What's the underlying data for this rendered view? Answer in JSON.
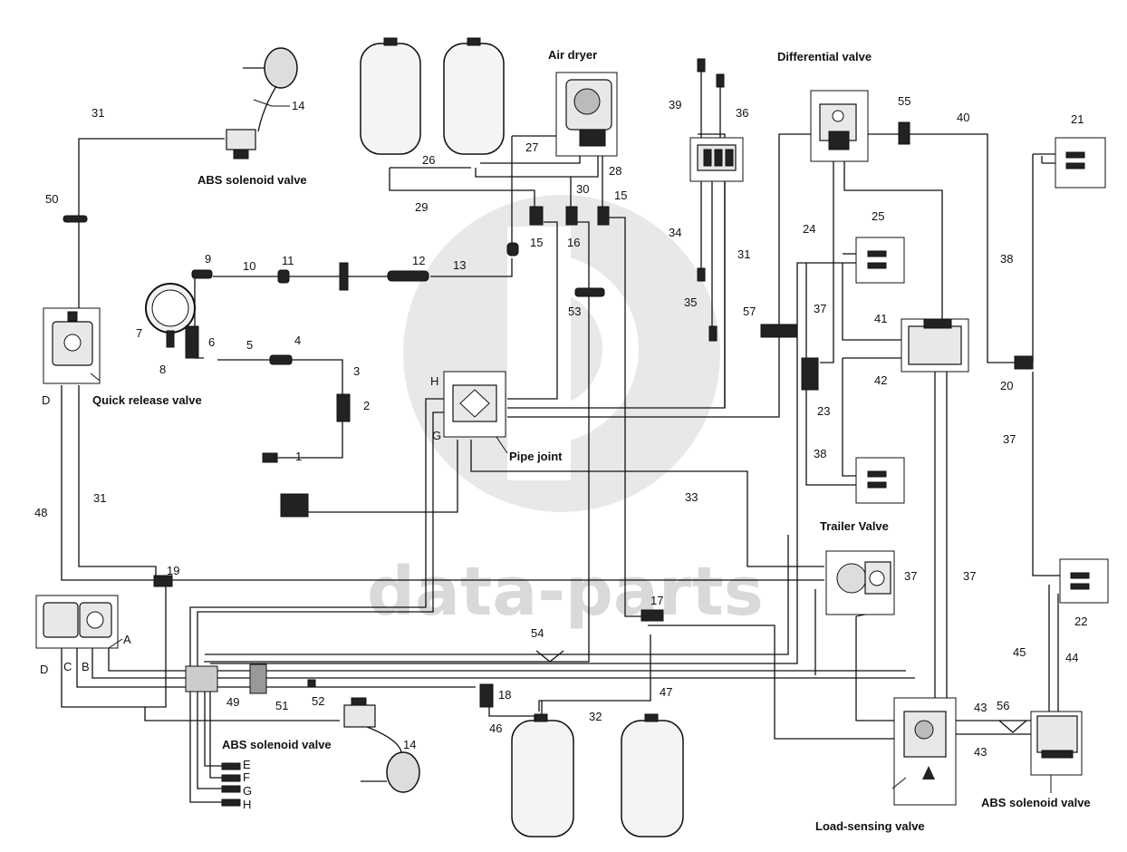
{
  "watermark": "data-parts",
  "components": {
    "air_dryer": "Air dryer",
    "differential_valve": "Differential valve",
    "abs_solenoid_valve_top": "ABS solenoid valve",
    "abs_solenoid_valve_bottom": "ABS solenoid valve",
    "abs_solenoid_valve_right": "ABS solenoid valve",
    "quick_release_valve": "Quick release valve",
    "pipe_joint": "Pipe joint",
    "trailer_valve": "Trailer Valve",
    "load_sensing_valve": "Load-sensing valve"
  },
  "letters": {
    "A": "A",
    "B": "B",
    "C": "C",
    "D": "D",
    "E": "E",
    "F": "F",
    "G": "G",
    "H": "H"
  },
  "numbers": {
    "n1": "1",
    "n2": "2",
    "n3": "3",
    "n4": "4",
    "n5": "5",
    "n6": "6",
    "n7": "7",
    "n8": "8",
    "n9": "9",
    "n10": "10",
    "n11": "11",
    "n12": "12",
    "n13": "13",
    "n14": "14",
    "n15": "15",
    "n16": "16",
    "n17": "17",
    "n18": "18",
    "n19": "19",
    "n20": "20",
    "n21": "21",
    "n22": "22",
    "n23": "23",
    "n24": "24",
    "n25": "25",
    "n26": "26",
    "n27": "27",
    "n28": "28",
    "n29": "29",
    "n30": "30",
    "n31": "31",
    "n32": "32",
    "n33": "33",
    "n34": "34",
    "n35": "35",
    "n36": "36",
    "n37": "37",
    "n38": "38",
    "n39": "39",
    "n40": "40",
    "n41": "41",
    "n42": "42",
    "n43": "43",
    "n44": "44",
    "n45": "45",
    "n46": "46",
    "n47": "47",
    "n48": "48",
    "n49": "49",
    "n50": "50",
    "n51": "51",
    "n52": "52",
    "n53": "53",
    "n54": "54",
    "n55": "55",
    "n56": "56",
    "n57": "57"
  },
  "icons": [
    "air-tank-icon",
    "brake-chamber-icon",
    "valve-icon",
    "connector-icon",
    "filter-icon"
  ]
}
